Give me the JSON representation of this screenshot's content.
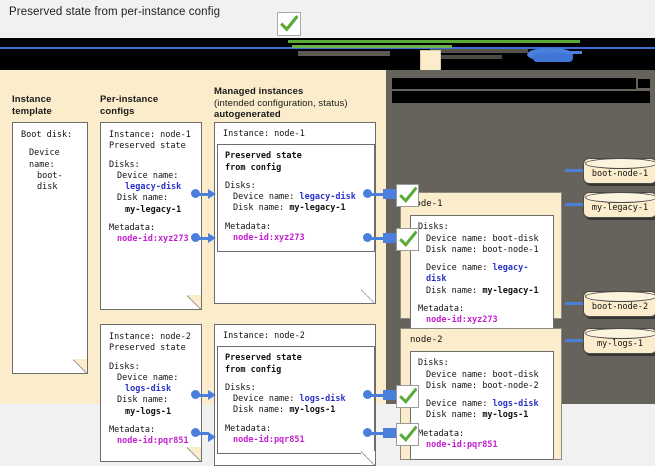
{
  "caption": "Preserved state from per-instance config",
  "colors": {
    "panel_cream": "#fbeccb",
    "panel_dark": "#66635c",
    "connector_blue": "#4a7fdc",
    "check_green": "#5aaa3a",
    "device_blue": "#2b32c9",
    "metadata_magenta": "#c420cf"
  },
  "legend": {
    "check_icon": "green-check-icon",
    "tan_swatch_icon": "tan-box-icon",
    "disk_icon": "blue-disk-icon",
    "labels_redacted": true
  },
  "columns": {
    "instance_template": {
      "line1": "Instance",
      "line2": "template"
    },
    "per_instance_configs": {
      "line1": "Per-instance",
      "line2": "configs"
    },
    "managed_instances": {
      "line1": "Managed instances",
      "line2": "(intended configuration, status)",
      "line3": "autogenerated"
    }
  },
  "instance_template_card": {
    "heading": "Boot disk:",
    "device_label": "Device name:",
    "device_value": "boot-disk"
  },
  "per_instance_configs": [
    {
      "instance_line": "Instance: node-1",
      "state_line": "Preserved state",
      "disks_label": "Disks:",
      "device_name_label": "Device name:",
      "device_name_value": "legacy-disk",
      "disk_name_label": "Disk name:",
      "disk_name_value": "my-legacy-1",
      "metadata_label": "Metadata:",
      "metadata_value": "node-id:xyz273"
    },
    {
      "instance_line": "Instance: node-2",
      "state_line": "Preserved state",
      "disks_label": "Disks:",
      "device_name_label": "Device name:",
      "device_name_value": "logs-disk",
      "disk_name_label": "Disk name:",
      "disk_name_value": "my-logs-1",
      "metadata_label": "Metadata:",
      "metadata_value": "node-id:pqr851"
    }
  ],
  "managed_instances": [
    {
      "title": "Instance: node-1",
      "preserved_line1": "Preserved state",
      "preserved_line2": "from config",
      "disks_label": "Disks:",
      "device_name_label": "Device name:",
      "device_name_value": "legacy-disk",
      "disk_name_label": "Disk name:",
      "disk_name_value": "my-legacy-1",
      "metadata_label": "Metadata:",
      "metadata_value": "node-id:xyz273"
    },
    {
      "title": "Instance: node-2",
      "preserved_line1": "Preserved state",
      "preserved_line2": "from config",
      "disks_label": "Disks:",
      "device_name_label": "Device name:",
      "device_name_value": "logs-disk",
      "disk_name_label": "Disk name:",
      "disk_name_value": "my-logs-1",
      "metadata_label": "Metadata:",
      "metadata_value": "node-id:pqr851"
    }
  ],
  "nodes": [
    {
      "title": "node-1",
      "disks_label": "Disks:",
      "boot_device_label": "Device name: boot-disk",
      "boot_disk_label": "Disk name: boot-node-1",
      "extra_device_label": "Device name:",
      "extra_device_value": "legacy-disk",
      "extra_disk_label": "Disk name:",
      "extra_disk_value": "my-legacy-1",
      "metadata_label": "Metadata:",
      "metadata_value": "node-id:xyz273",
      "disks": [
        "boot-node-1",
        "my-legacy-1"
      ]
    },
    {
      "title": "node-2",
      "disks_label": "Disks:",
      "boot_device_label": "Device name: boot-disk",
      "boot_disk_label": "Disk name: boot-node-2",
      "extra_device_label": "Device name:",
      "extra_device_value": "logs-disk",
      "extra_disk_label": "Disk name:",
      "extra_disk_value": "my-logs-1",
      "metadata_label": "Metadata:",
      "metadata_value": "node-id:pqr851",
      "disks": [
        "boot-node-2",
        "my-logs-1"
      ]
    }
  ]
}
